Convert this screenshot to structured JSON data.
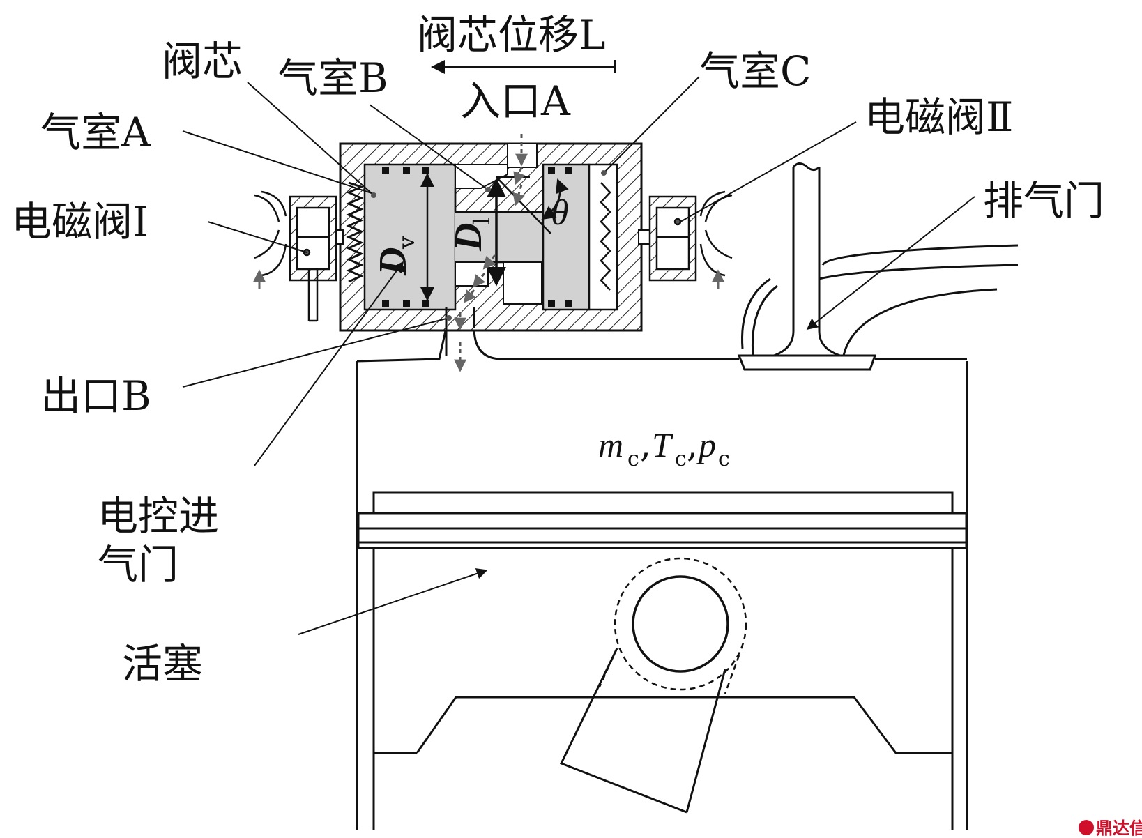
{
  "labels": {
    "spool_displacement": "阀芯位移L",
    "spool": "阀芯",
    "chamber_b": "气室B",
    "inlet_a": "入口A",
    "chamber_c": "气室C",
    "chamber_a": "气室A",
    "solenoid_2": "电磁阀Ⅱ",
    "exhaust_valve": "排气门",
    "solenoid_1": "电磁阀Ⅰ",
    "outlet_b": "出口B",
    "intake_valve_line1": "电控进",
    "intake_valve_line2": "气门",
    "piston": "活塞",
    "dv_main": "D",
    "dv_sub": "v",
    "dl_main": "D",
    "dl_sub": "l",
    "theta": "θ",
    "state_m": "m",
    "state_t": "T",
    "state_p": "p",
    "state_sub": "c",
    "comma": ","
  },
  "watermark": "鼎达信",
  "colors": {
    "chamber_fill": "#d2d2d2",
    "line": "#111111",
    "watermark": "#d0102a"
  }
}
